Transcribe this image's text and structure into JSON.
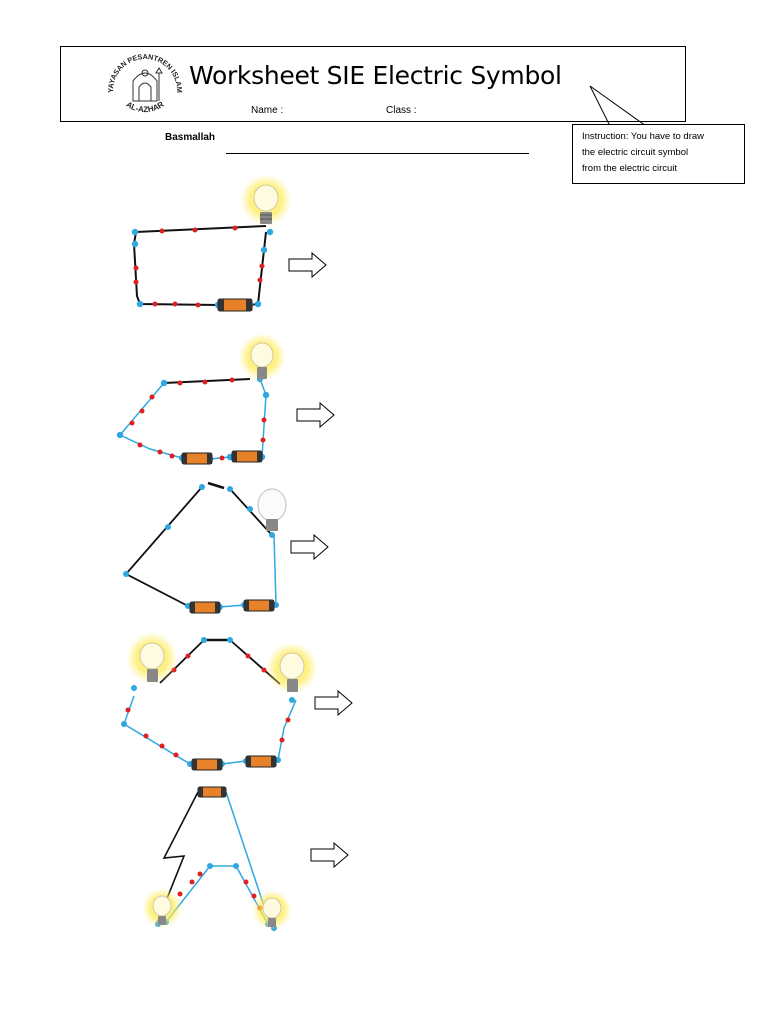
{
  "header": {
    "title": "Worksheet SIE Electric Symbol",
    "name_label": "Name :",
    "class_label": "Class :",
    "logo_text_top": "YAYASAN PESANTREN ISLAM",
    "logo_text_bottom": "AL-AZHAR"
  },
  "basmallah_label": "Basmallah",
  "instruction": {
    "line1": "Instruction: You have to draw",
    "line2": "the electric circuit symbol",
    "line3": "from the electric circuit"
  },
  "colors": {
    "wire_black": "#111111",
    "wire_blue": "#2fa8e0",
    "node_blue": "#2fa8e0",
    "dot_red": "#e02020",
    "battery_orange": "#e8822a",
    "bulb_glow": "#fff27a"
  },
  "icons": {
    "bulb": "light-bulb-icon",
    "battery": "battery-icon",
    "arrow": "right-arrow-icon"
  }
}
